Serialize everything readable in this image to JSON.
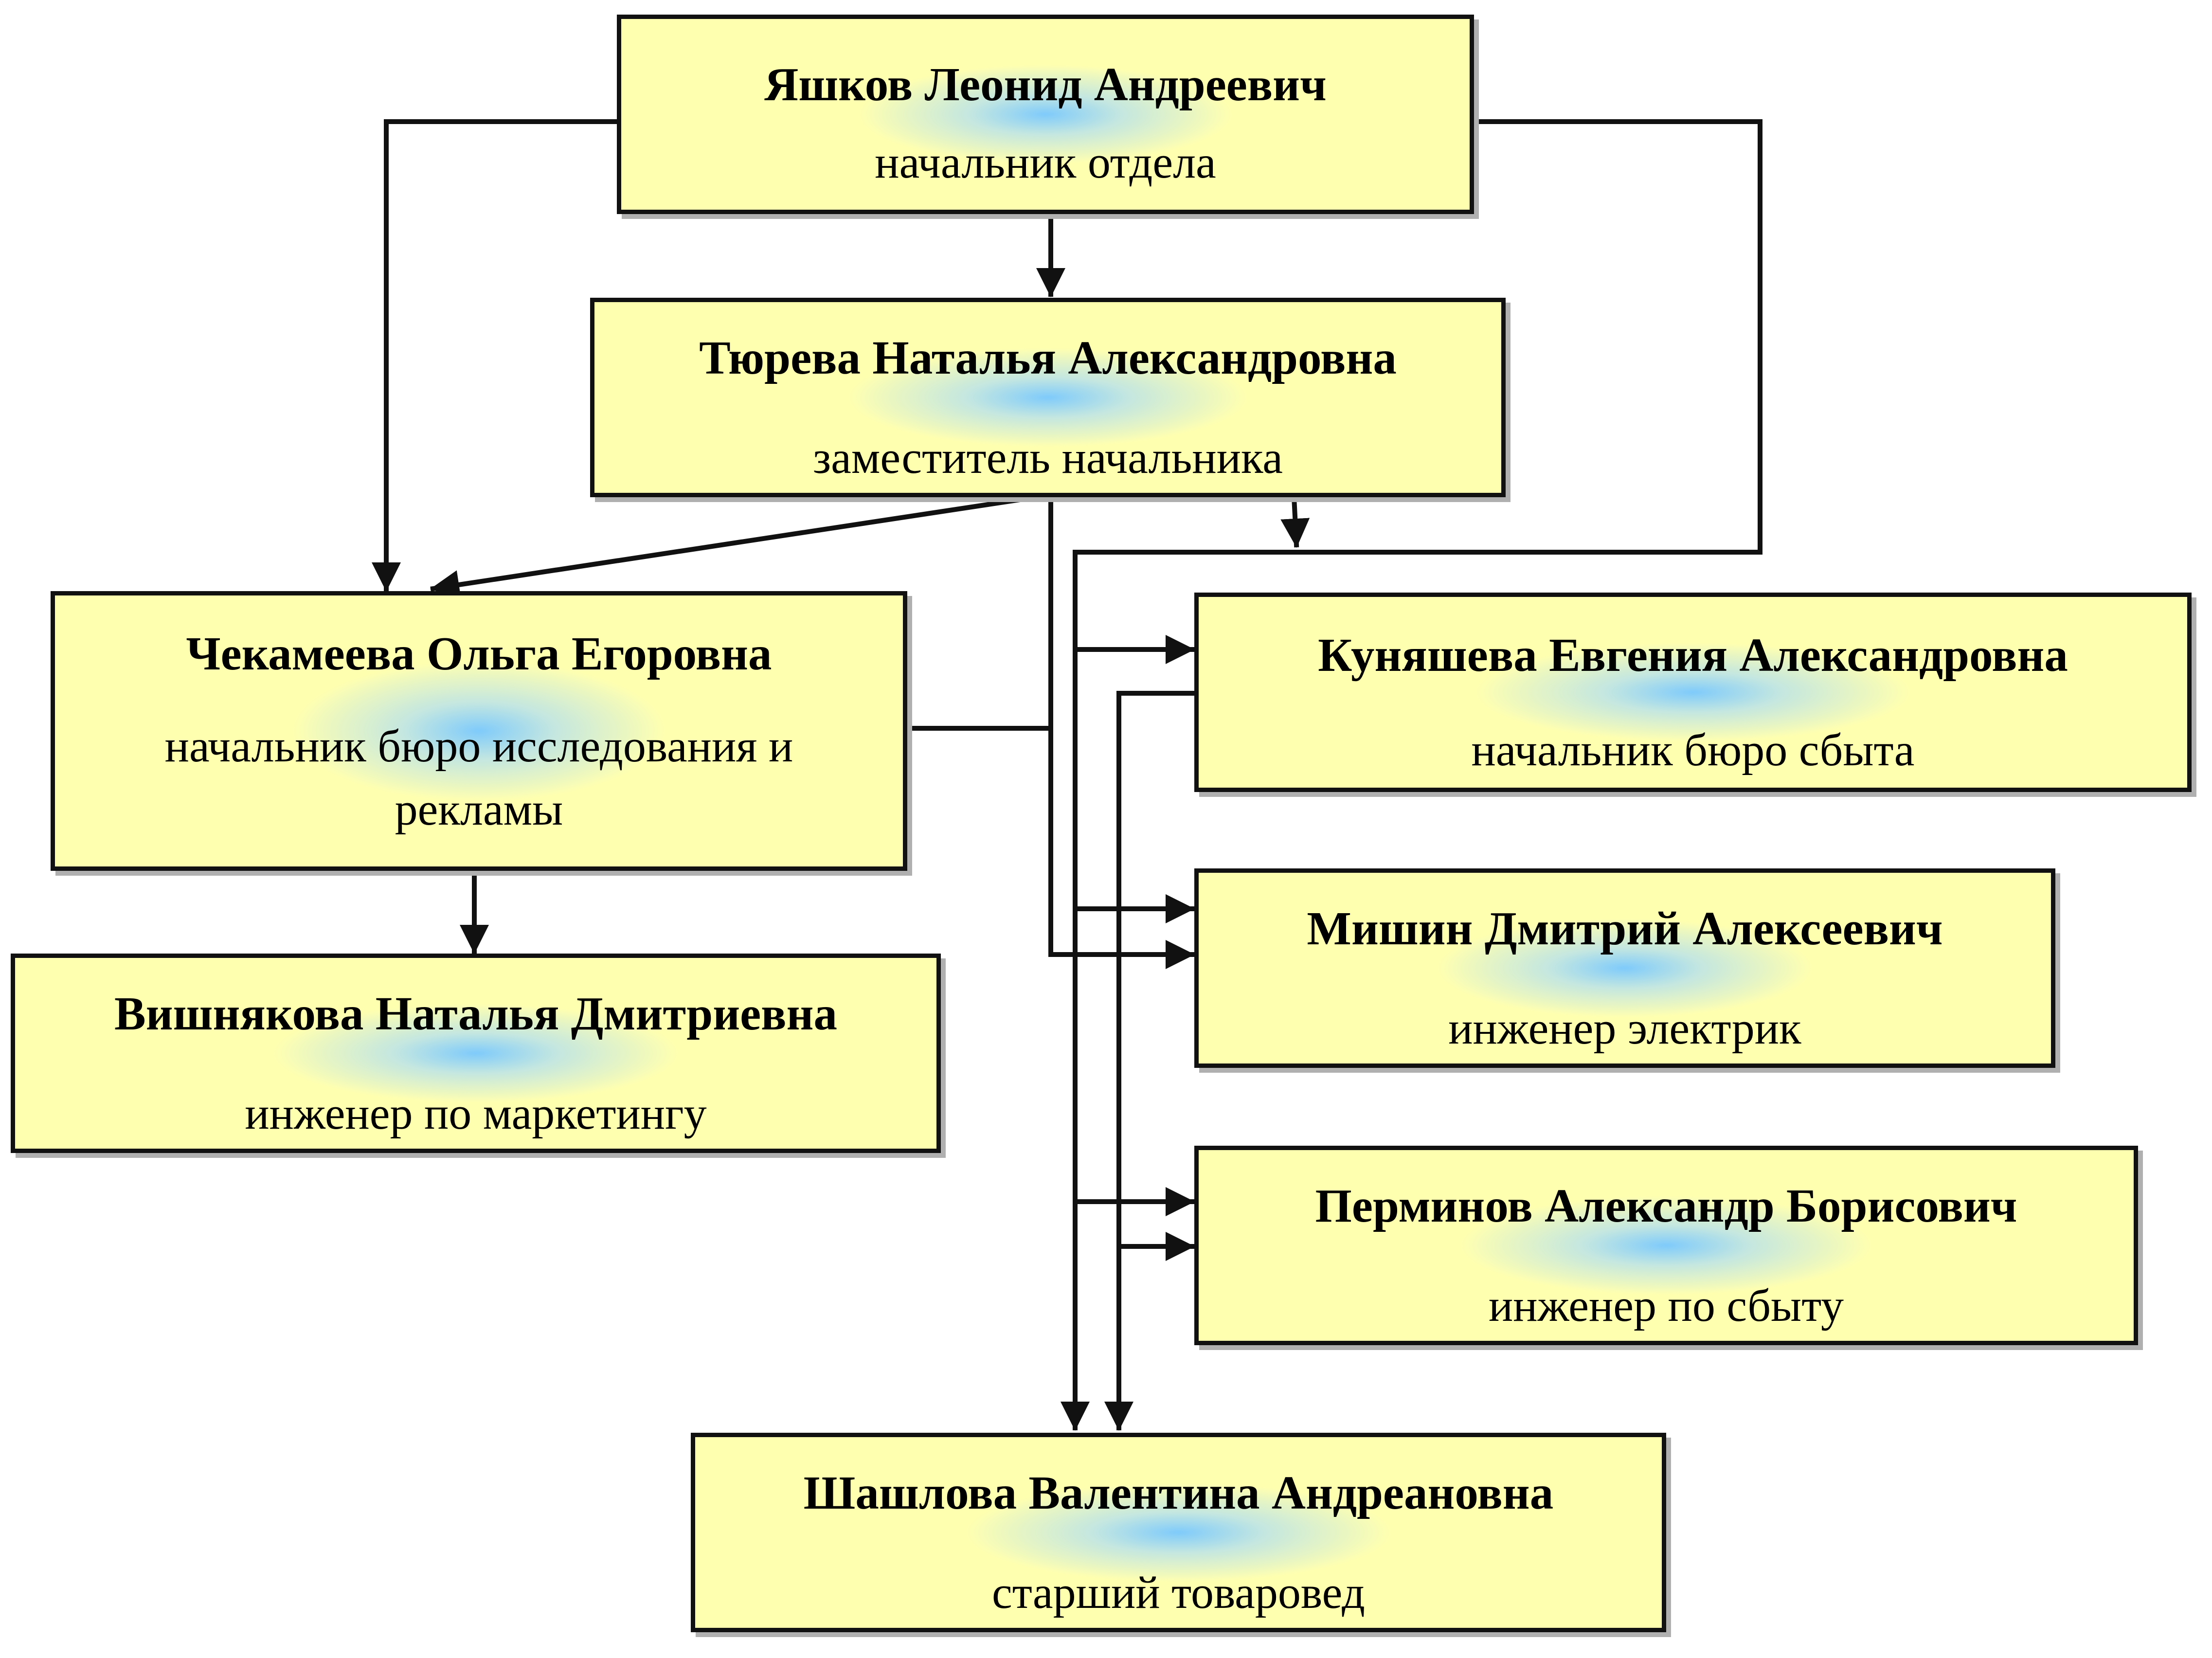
{
  "nodes": {
    "head": {
      "name": "Яшков Леонид  Андреевич",
      "title": "начальник отдела"
    },
    "deputy": {
      "name": "Тюрева Наталья Александровна",
      "title": "заместитель начальника"
    },
    "research": {
      "name": "Чекамеева Ольга Егоровна",
      "title": "начальник бюро исследования и рекламы"
    },
    "sales_head": {
      "name": "Куняшева Евгения Александровна",
      "title": "начальник бюро сбыта"
    },
    "marketing": {
      "name": "Вишнякова Наталья Дмитриевна",
      "title": "инженер по маркетингу"
    },
    "electric": {
      "name": "Мишин Дмитрий Алексеевич",
      "title": "инженер электрик"
    },
    "sales_eng": {
      "name": "Перминов Александр Борисович",
      "title": "инженер по сбыту"
    },
    "merch": {
      "name": "Шашлова Валентина Андреановна",
      "title": "старший товаровед"
    }
  },
  "colors": {
    "box_fill": "#ffffb0",
    "box_glow": "#78c8ff",
    "border": "#111111",
    "line": "#111111"
  }
}
